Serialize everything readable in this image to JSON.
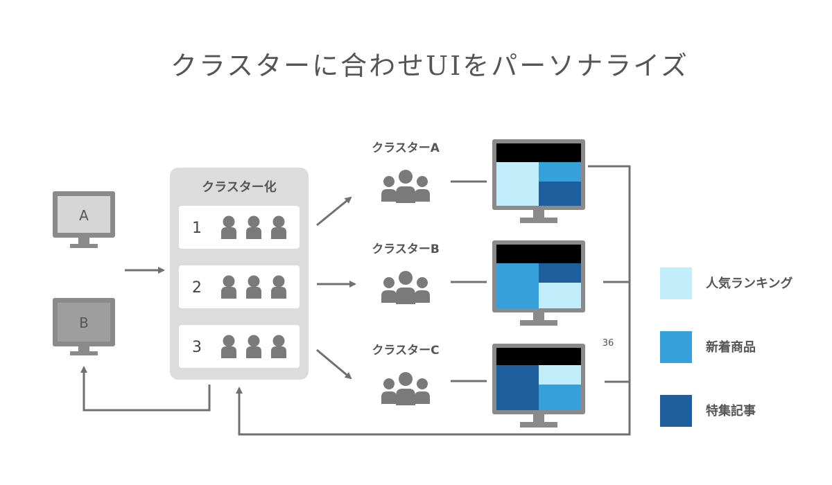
{
  "title": "クラスターに合わせUIをパーソナライズ",
  "clustering": {
    "heading": "クラスター化",
    "rows": [
      "1",
      "2",
      "3"
    ]
  },
  "users": {
    "a": "A",
    "b": "B"
  },
  "clusters": [
    {
      "label": "クラスターA"
    },
    {
      "label": "クラスターB"
    },
    {
      "label": "クラスターC"
    }
  ],
  "note": "36",
  "legend": [
    {
      "label": "人気ランキング",
      "color": "#c2eefc"
    },
    {
      "label": "新着商品",
      "color": "#36a0da"
    },
    {
      "label": "特集記事",
      "color": "#1e5e9c"
    }
  ],
  "colors": {
    "gray_line": "#707070",
    "gray_icon": "#7a7a7a",
    "monitor_frame": "#8a8a8a",
    "panel_bg": "#dcdcdc",
    "screen_header": "#000000"
  }
}
